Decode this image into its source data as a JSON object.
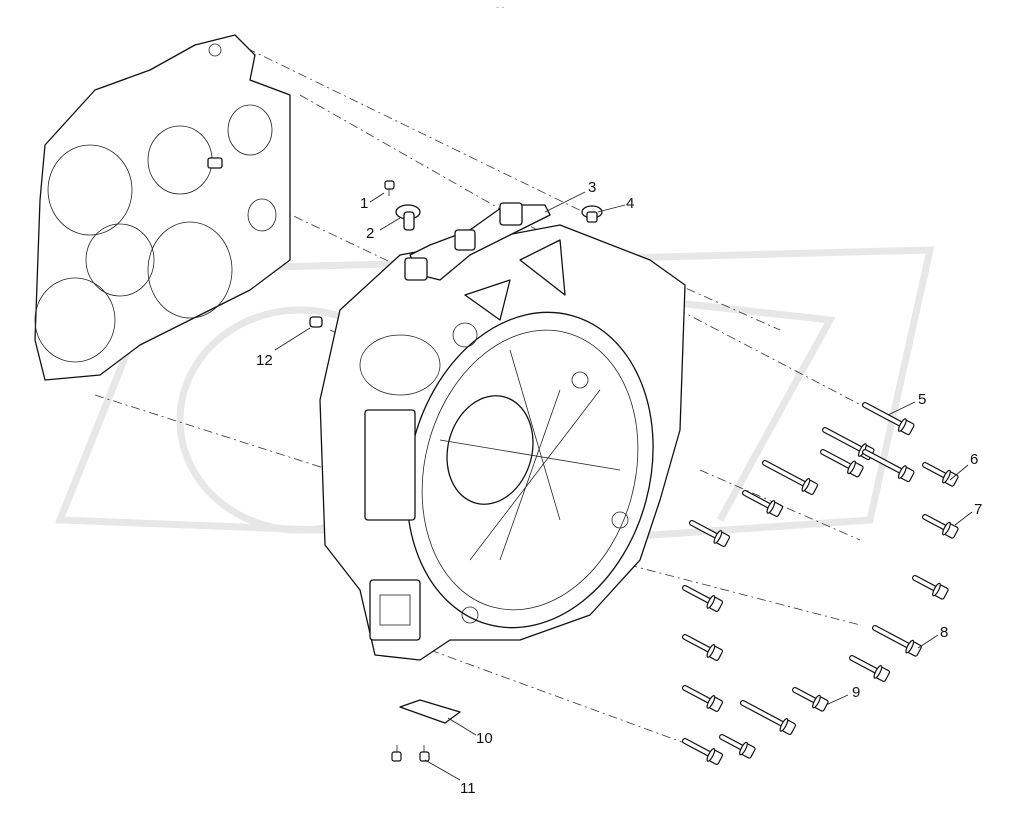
{
  "top_mark": "- -",
  "callouts": [
    {
      "id": "1",
      "label": "1"
    },
    {
      "id": "2",
      "label": "2"
    },
    {
      "id": "3",
      "label": "3"
    },
    {
      "id": "4",
      "label": "4"
    },
    {
      "id": "5",
      "label": "5"
    },
    {
      "id": "6",
      "label": "6"
    },
    {
      "id": "7",
      "label": "7"
    },
    {
      "id": "8",
      "label": "8"
    },
    {
      "id": "9",
      "label": "9"
    },
    {
      "id": "10",
      "label": "10"
    },
    {
      "id": "11",
      "label": "11"
    },
    {
      "id": "12",
      "label": "12"
    }
  ]
}
